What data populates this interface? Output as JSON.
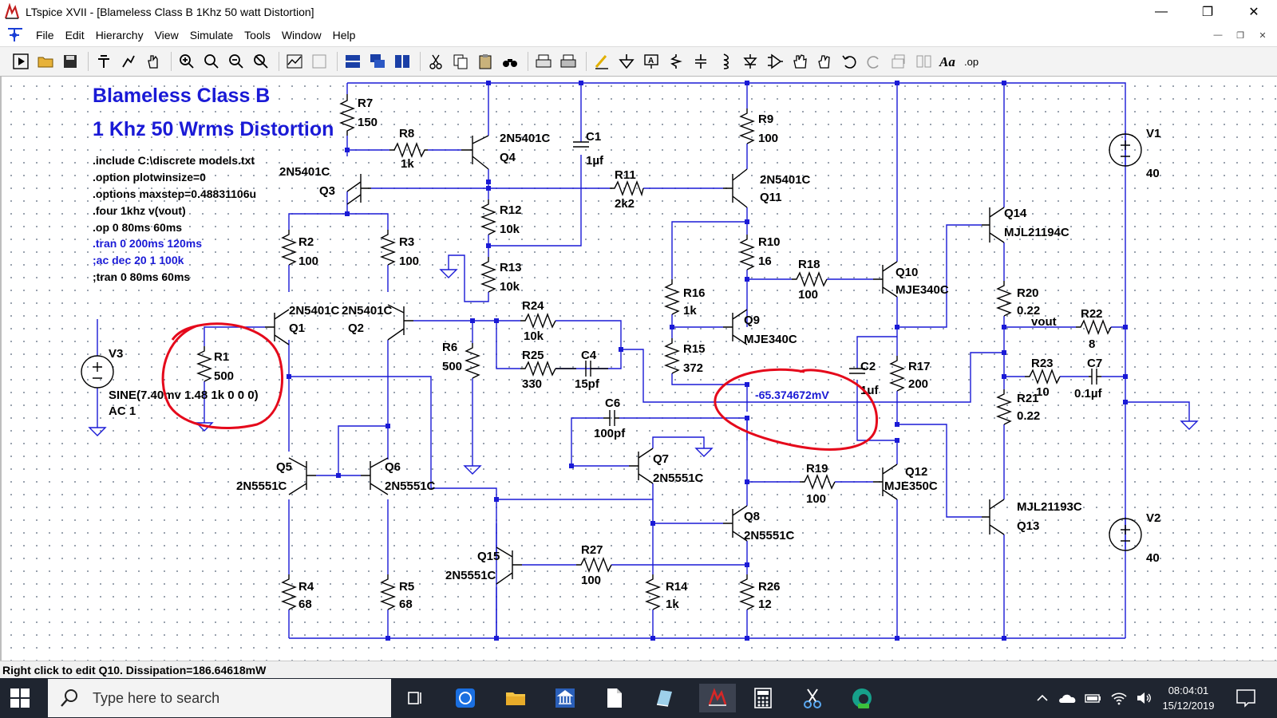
{
  "window": {
    "title": "LTspice XVII - [Blameless Class B 1Khz 50 watt Distortion]",
    "minimize_glyph": "—",
    "maximize_glyph": "❐",
    "close_glyph": "✕"
  },
  "menu": {
    "items": [
      "File",
      "Edit",
      "Hierarchy",
      "View",
      "Simulate",
      "Tools",
      "Window",
      "Help"
    ],
    "mdi_minimize": "—",
    "mdi_restore": "❐",
    "mdi_close": "✕"
  },
  "toolbar": {
    "icons": [
      "run-icon",
      "open-icon",
      "save-icon",
      "settings-icon",
      "pick-trace-icon",
      "pan-icon",
      "zoom-in-icon",
      "zoom-fit-icon",
      "zoom-out-icon",
      "zoom-cancel-icon",
      "autorange-icon",
      "dock-icon",
      "tile-horizontal-icon",
      "cascade-icon",
      "tile-vertical-icon",
      "cut-icon",
      "copy-icon",
      "paste-icon",
      "find-icon",
      "print-setup-icon",
      "print-icon",
      "draw-wire-icon",
      "ground-icon",
      "label-net-icon",
      "resistor-icon",
      "capacitor-icon",
      "inductor-icon",
      "diode-icon",
      "component-icon",
      "move-icon",
      "drag-icon",
      "undo-icon",
      "redo-icon",
      "rotate-icon",
      "mirror-icon",
      "text-icon",
      "spice-directive-icon"
    ],
    "text_label": "Aa",
    "op_label": ".op"
  },
  "schematic": {
    "heading_1": "Blameless Class B",
    "heading_2": "1 Khz 50 Wrms Distortion",
    "directives": [
      ".include C:\\discrete models.txt",
      ".option plotwinsize=0",
      ".options maxstep=0.48831106u",
      ".four 1khz v(vout)",
      ".op 0 80ms 60ms"
    ],
    "directives_blue": [
      ".tran 0 200ms 120ms",
      ";ac dec 20 1 100k"
    ],
    "directive_last": ";tran 0 80ms 60ms",
    "source_v3": {
      "name": "V3",
      "value": "SINE(7.40mv 1.48 1k 0 0 0)",
      "ac": "AC 1"
    },
    "v1": {
      "name": "V1",
      "value": "40"
    },
    "v2": {
      "name": "V2",
      "value": "40"
    },
    "node_voltage": "-65.374672mV",
    "net_vout": "vout",
    "resistors": [
      {
        "name": "R1",
        "value": "500"
      },
      {
        "name": "R2",
        "value": "100"
      },
      {
        "name": "R3",
        "value": "100"
      },
      {
        "name": "R4",
        "value": "68"
      },
      {
        "name": "R5",
        "value": "68"
      },
      {
        "name": "R6",
        "value": "500"
      },
      {
        "name": "R7",
        "value": "150"
      },
      {
        "name": "R8",
        "value": "1k"
      },
      {
        "name": "R9",
        "value": "100"
      },
      {
        "name": "R10",
        "value": "16"
      },
      {
        "name": "R11",
        "value": "2k2"
      },
      {
        "name": "R12",
        "value": "10k"
      },
      {
        "name": "R13",
        "value": "10k"
      },
      {
        "name": "R14",
        "value": "1k"
      },
      {
        "name": "R15",
        "value": "372"
      },
      {
        "name": "R16",
        "value": "1k"
      },
      {
        "name": "R17",
        "value": "200"
      },
      {
        "name": "R18",
        "value": "100"
      },
      {
        "name": "R19",
        "value": "100"
      },
      {
        "name": "R20",
        "value": "0.22"
      },
      {
        "name": "R21",
        "value": "0.22"
      },
      {
        "name": "R22",
        "value": "8"
      },
      {
        "name": "R23",
        "value": "10"
      },
      {
        "name": "R24",
        "value": "10k"
      },
      {
        "name": "R25",
        "value": "330"
      },
      {
        "name": "R26",
        "value": "12"
      },
      {
        "name": "R27",
        "value": "100"
      }
    ],
    "capacitors": [
      {
        "name": "C1",
        "value": "1µf"
      },
      {
        "name": "C2",
        "value": "1uf"
      },
      {
        "name": "C4",
        "value": "15pf"
      },
      {
        "name": "C6",
        "value": "100pf"
      },
      {
        "name": "C7",
        "value": "0.1µf"
      }
    ],
    "transistors": [
      {
        "name": "Q1",
        "model": "2N5401C"
      },
      {
        "name": "Q2",
        "model": "2N5401C"
      },
      {
        "name": "Q3",
        "model": "2N5401C"
      },
      {
        "name": "Q4",
        "model": "2N5401C"
      },
      {
        "name": "Q5",
        "model": "2N5551C"
      },
      {
        "name": "Q6",
        "model": "2N5551C"
      },
      {
        "name": "Q7",
        "model": "2N5551C"
      },
      {
        "name": "Q8",
        "model": "2N5551C"
      },
      {
        "name": "Q9",
        "model": "MJE340C"
      },
      {
        "name": "Q10",
        "model": "MJE340C"
      },
      {
        "name": "Q11",
        "model": "2N5401C"
      },
      {
        "name": "Q12",
        "model": "MJE350C"
      },
      {
        "name": "Q13",
        "model": "MJL21193C"
      },
      {
        "name": "Q14",
        "model": "MJL21194C"
      },
      {
        "name": "Q15",
        "model": "2N5551C"
      }
    ]
  },
  "status": {
    "text": "Right click to edit Q10.   Dissipation=186.64618mW"
  },
  "taskbar": {
    "search_placeholder": "Type here to search",
    "time": "08:04:01",
    "date": "15/12/2019",
    "icons": [
      "task-view-icon",
      "sync-icon",
      "file-explorer-icon",
      "bank-icon",
      "document-icon",
      "notes-icon",
      "ltspice-icon",
      "calculator-icon",
      "scissors-icon",
      "edge-dev-icon"
    ]
  }
}
